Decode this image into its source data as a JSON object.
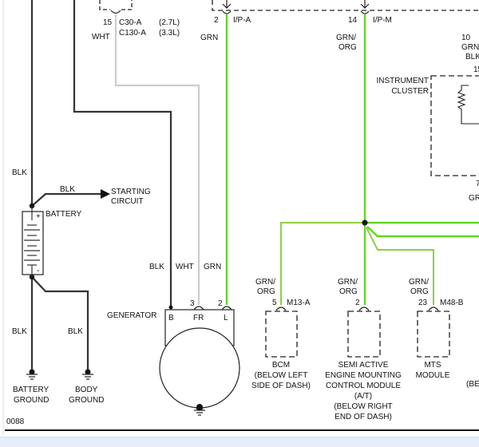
{
  "figure_code": "0088",
  "colors": {
    "black_wire": "#333333",
    "white_wire": "#cccccc",
    "green_wire": "#5fd91e",
    "green_orange_wire": "#8fcf45"
  },
  "battery": {
    "label": "BATTERY",
    "plus": "+",
    "minus": "-",
    "top_wire": "BLK",
    "start_wire": "BLK",
    "starting_circuit": [
      "STARTING",
      "CIRCUIT"
    ],
    "ground_wire_1": "BLK",
    "ground_wire_2": "BLK",
    "battery_ground": [
      "BATTERY",
      "GROUND"
    ],
    "body_ground": [
      "BODY",
      "GROUND"
    ]
  },
  "connector_c30": {
    "pin": "15",
    "name_1": "C30-A",
    "engine_1": "(2.7L)",
    "name_2": "C130-A",
    "engine_2": "(3.3L)",
    "wire": "WHT"
  },
  "connector_ipa": {
    "pin": "2",
    "name": "I/P-A",
    "wire": "GRN"
  },
  "connector_ipm": {
    "pin": "14",
    "name": "I/P-M",
    "wire": [
      "GRN/",
      "ORG"
    ]
  },
  "right_edge": {
    "pin_10": "10",
    "wire_10": [
      "GRN/",
      "BLK"
    ],
    "pin_15": "15",
    "pin_7": "7",
    "wire_7": "GR",
    "cut_label": "(BE"
  },
  "instrument_cluster": [
    "INSTRUMENT",
    "CLUSTER"
  ],
  "generator": {
    "label": "GENERATOR",
    "wires": [
      "BLK",
      "WHT",
      "GRN"
    ],
    "pins": [
      "3",
      "2"
    ],
    "terminals": [
      "B",
      "FR",
      "L"
    ]
  },
  "modules": [
    {
      "wire": [
        "GRN/",
        "ORG"
      ],
      "pin": "5",
      "connector": "M13-A",
      "label": [
        "BCM",
        "(BELOW LEFT",
        "SIDE OF DASH)"
      ]
    },
    {
      "wire": [
        "GRN/",
        "ORG"
      ],
      "pin": "2",
      "connector": "",
      "label": [
        "SEMI ACTIVE",
        "ENGINE MOUNTING",
        "CONTROL MODULE",
        "(A/T)",
        "(BELOW RIGHT",
        "END OF DASH)"
      ]
    },
    {
      "wire": [
        "GRN/",
        "ORG"
      ],
      "pin": "23",
      "connector": "M48-B",
      "label": [
        "MTS",
        "MODULE"
      ]
    }
  ]
}
